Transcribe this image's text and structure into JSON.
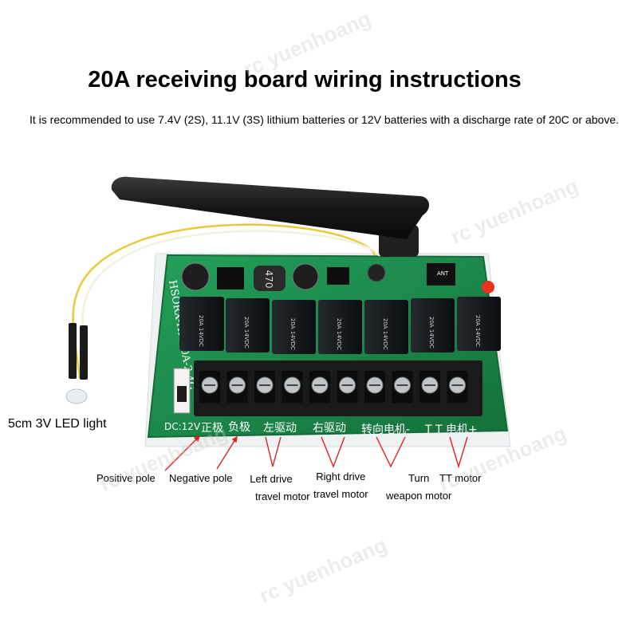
{
  "header": {
    "title": "20A receiving board wiring instructions",
    "subtitle": "It is recommended to use 7.4V (2S), 11.1V (3S) lithium batteries or 12V batteries with a discharge rate of 20C or above."
  },
  "watermark": "rc yuenhoang",
  "board": {
    "vertical_silkscreen": "HSORX-HK-20A-2.4G",
    "silkscreen": {
      "dc": "DC:12V",
      "positive": "正极",
      "negative": "负极",
      "left_drive": "左驱动",
      "right_drive": "右驱动",
      "turn": "转向电机-",
      "tt": "T T 电机+"
    },
    "relay_marking": "20A 14VDC",
    "inductor_marking": "470",
    "antenna_label": "ANT"
  },
  "labels": {
    "led": "5cm 3V LED light",
    "positive_pole": "Positive pole",
    "negative_pole": "Negative pole",
    "left_drive_1": "Left drive",
    "left_drive_2": "travel motor",
    "right_drive_1": "Right drive",
    "right_drive_2": "travel motor",
    "turn_1": "Turn",
    "turn_2": "weapon motor",
    "tt_motor": "TT motor"
  },
  "colors": {
    "pcb": "#1c8a4a",
    "pcb_edge": "#156b38",
    "relay": "#101418",
    "terminal": "#1a1a1a",
    "arrow": "#e02020",
    "led": "#e8321e",
    "wire": "#e8c93a"
  }
}
